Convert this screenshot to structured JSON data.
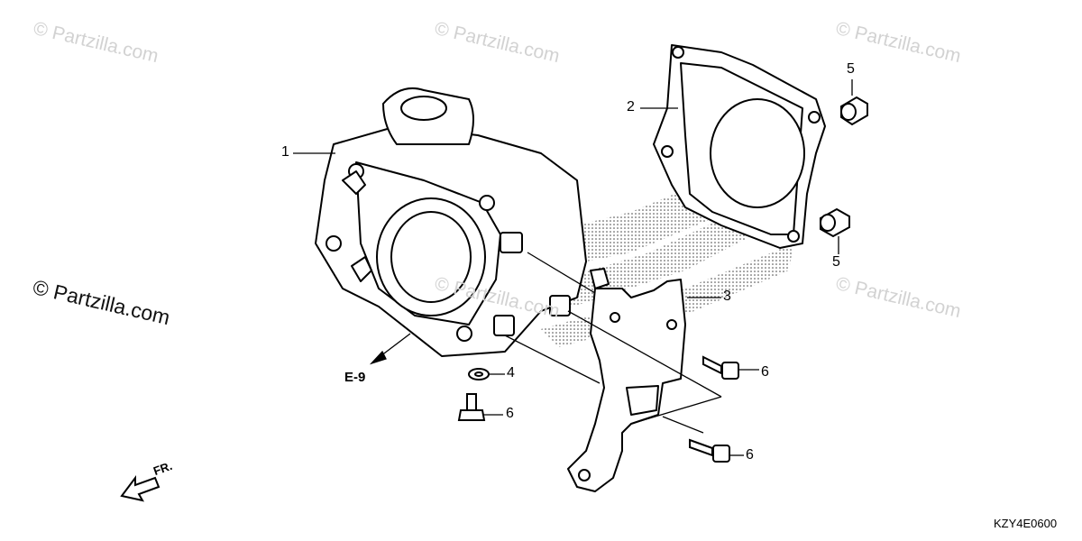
{
  "watermarks": [
    "© Partzilla.com",
    "© Partzilla.com",
    "© Partzilla.com",
    "© Partzilla.com",
    "© Partzilla.com"
  ],
  "watermark_prominent": "© Partzilla.com",
  "callouts": {
    "c1": "1",
    "c2": "2",
    "c3": "3",
    "c4": "4",
    "c5_top": "5",
    "c5_bottom": "5",
    "c6_a": "6",
    "c6_b": "6",
    "c6_c": "6"
  },
  "reference_label": "E-9",
  "direction_label": "FR.",
  "diagram_code": "KZY4E0600",
  "colors": {
    "line": "#000000",
    "watermark": "#d2d2d2",
    "background": "#ffffff"
  }
}
